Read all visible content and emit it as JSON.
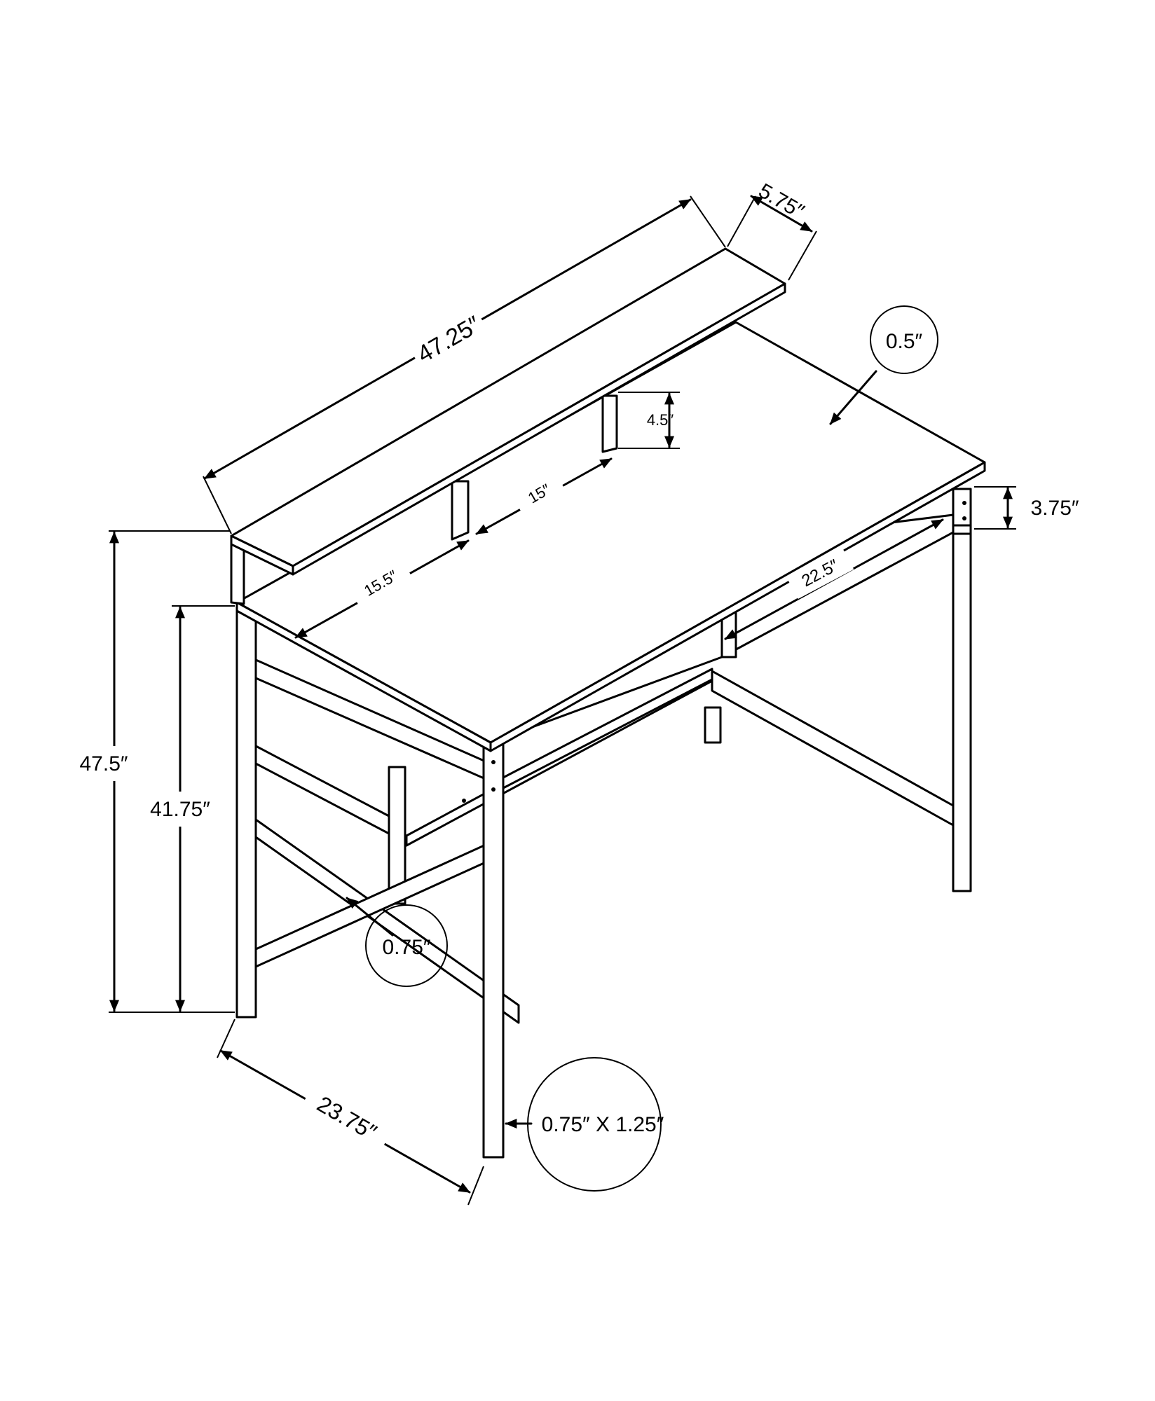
{
  "dimensions": {
    "overall_width": "47.25″",
    "shelf_depth": "5.75″",
    "top_thickness": "0.5″",
    "riser_height": "4.5″",
    "shelf_opening": "15″",
    "outer_opening": "15.5″",
    "apron_height": "3.75″",
    "side_opening": "22.5″",
    "overall_height": "47.5″",
    "desk_height": "41.75″",
    "bar_thickness": "0.75″",
    "desk_depth": "23.75″",
    "leg_size": "0.75″ X 1.25″"
  }
}
